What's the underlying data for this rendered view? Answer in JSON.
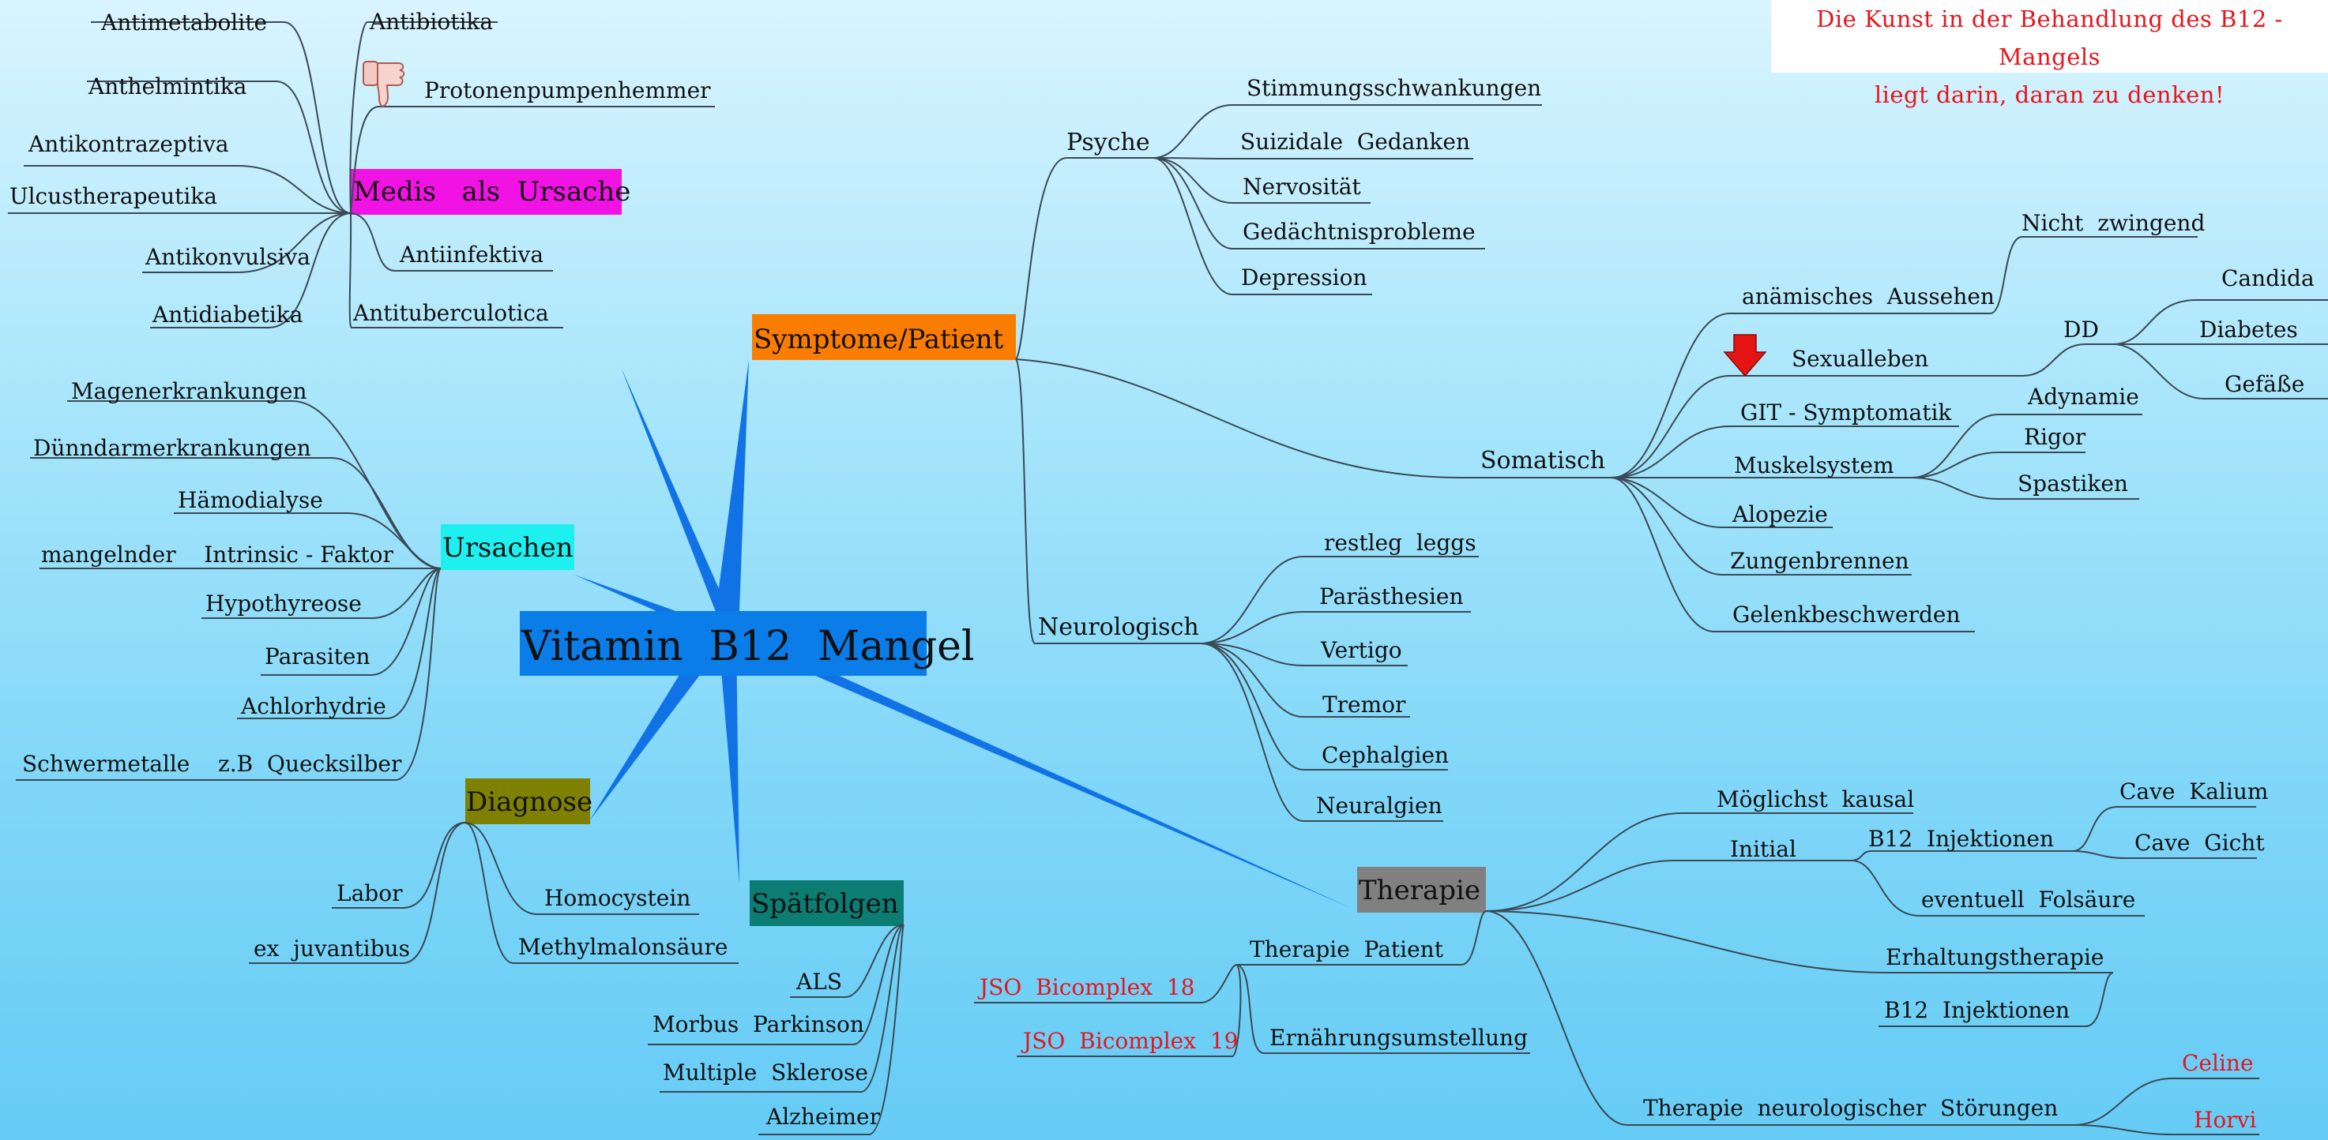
{
  "central": {
    "label": "Vitamin  B12  Mangel",
    "color": "#0a7de8"
  },
  "motto": {
    "line1": "Die  Kunst  in  der  Behandlung   des  B12 - Mangels",
    "line2": "liegt  darin,  daran  zu  denken!"
  },
  "branches": {
    "medis": {
      "label": "Medis   als  Ursache",
      "color": "#f013e4",
      "items": [
        "Antimetabolite",
        "Antibiotika",
        "Protonenpumpenhemmer",
        "Anthelmintika",
        "Antikontrazeptiva",
        "Ulcustherapeutika",
        "Antikonvulsiva",
        "Antiinfektiva",
        "Antidiabetika",
        "Antituberculotica"
      ]
    },
    "ursachen": {
      "label": "Ursachen",
      "color": "#1ef0f0",
      "items": [
        "Magenerkrankungen",
        "Dünndarmerkrankungen",
        "Hämodialyse",
        "mangelnder    Intrinsic - Faktor",
        "Hypothyreose",
        "Parasiten",
        "Achlorhydrie",
        "Schwermetalle    z.B  Quecksilber"
      ]
    },
    "diagnose": {
      "label": "Diagnose",
      "color": "#808000",
      "items": [
        "Labor",
        "ex  juvantibus",
        "Homocystein",
        "Methylmalonsäure"
      ]
    },
    "spaetfolgen": {
      "label": "Spätfolgen",
      "color": "#0c7d73",
      "items": [
        "ALS",
        "Morbus  Parkinson",
        "Multiple  Sklerose",
        "Alzheimer"
      ]
    },
    "symptome": {
      "label": "Symptome/Patient",
      "color": "#fb7d00",
      "psyche": {
        "label": "Psyche",
        "items": [
          "Stimmungsschwankungen",
          "Suizidale  Gedanken",
          "Nervosität",
          "Gedächtnisprobleme",
          "Depression"
        ]
      },
      "somatisch": {
        "label": "Somatisch",
        "items": [
          "anämisches  Aussehen",
          "Sexualleben",
          "GIT - Symptomatik",
          "Muskelsystem",
          "Alopezie",
          "Zungenbrennen",
          "Gelenkbeschwerden"
        ],
        "aussehen_sub": "Nicht  zwingend",
        "dd": {
          "label": "DD",
          "items": [
            "Candida",
            "Diabetes",
            "Gefäße"
          ]
        },
        "muskel_sub": [
          "Adynamie",
          "Rigor",
          "Spastiken"
        ]
      },
      "neuro": {
        "label": "Neurologisch",
        "items": [
          "restleg  leggs",
          "Parästhesien",
          "Vertigo",
          "Tremor",
          "Cephalgien",
          "Neuralgien"
        ]
      }
    },
    "therapie": {
      "label": "Therapie",
      "color": "#808080",
      "items": [
        "Möglichst  kausal",
        "Initial",
        "Erhaltungstherapie",
        "Therapie  neurologischer  Störungen",
        "Therapie  Patient"
      ],
      "initial_sub": [
        "B12  Injektionen",
        "eventuell  Folsäure"
      ],
      "caves": [
        "Cave  Kalium",
        "Cave  Gicht"
      ],
      "erhaltung_sub": "B12  Injektionen",
      "neuro_sub": [
        "Celine",
        "Horvi"
      ],
      "patient_sub": [
        "JSO  Bicomplex  18",
        "JSO  Bicomplex  19",
        "Ernährungsumstellung"
      ]
    }
  },
  "icons": [
    "thumbs-down-icon",
    "red-down-arrow-icon"
  ],
  "accent_red": "#e8141c"
}
